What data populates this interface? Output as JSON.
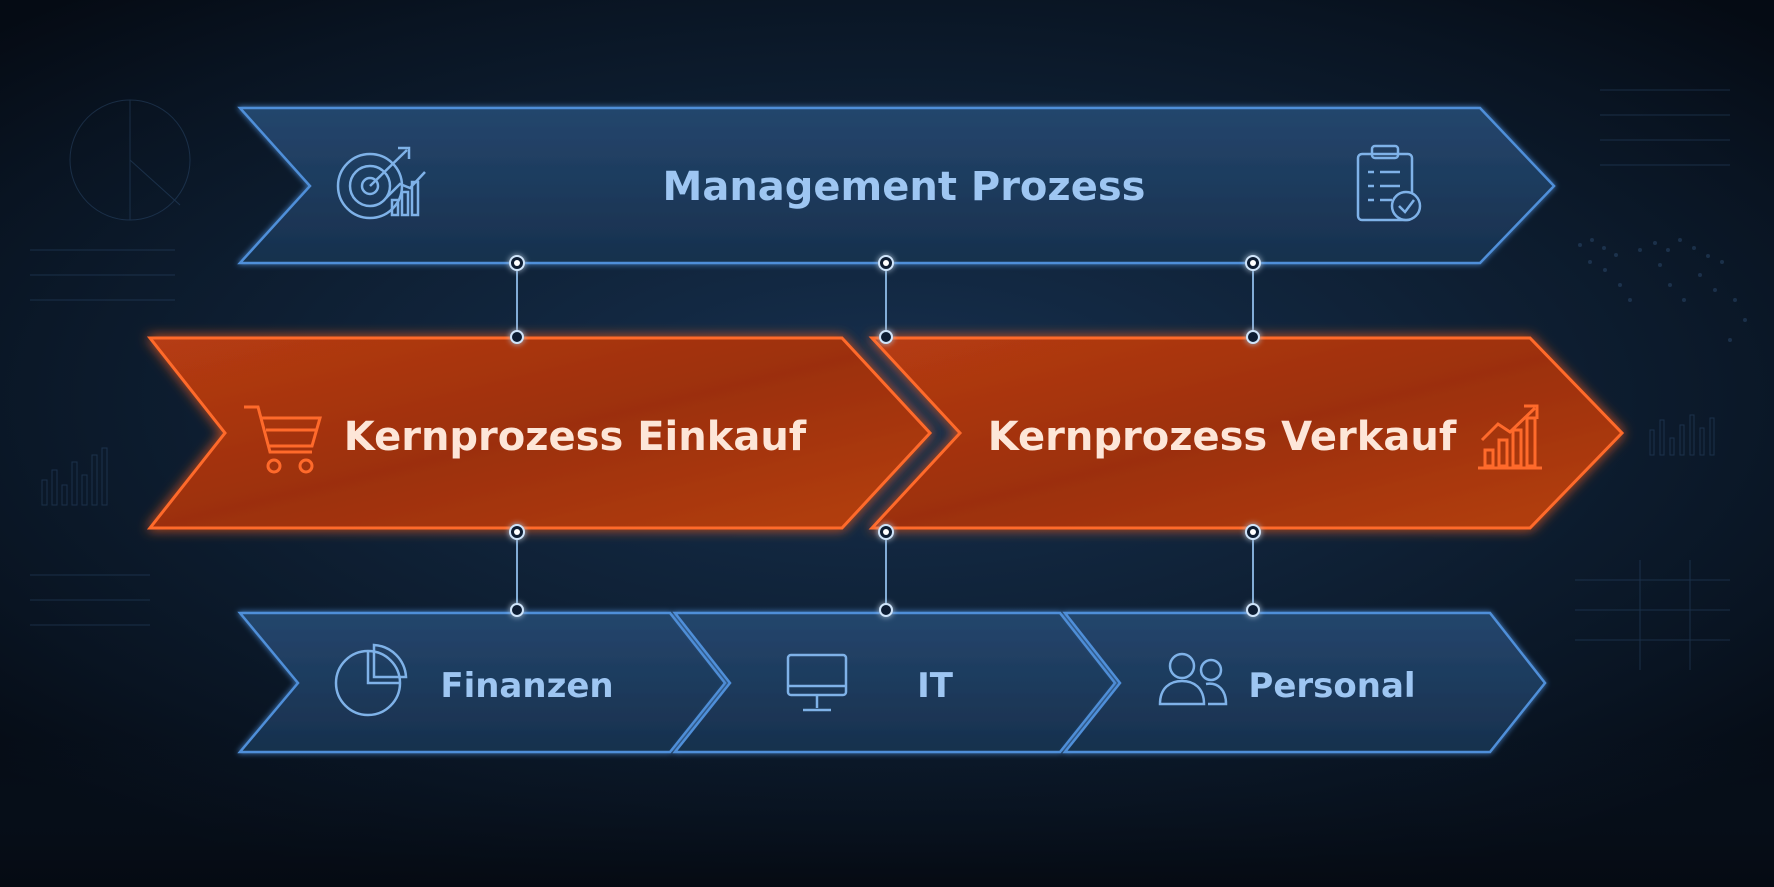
{
  "diagram": {
    "management": {
      "label": "Management Prozess",
      "icon_left": "target-growth-icon",
      "icon_right": "clipboard-check-icon"
    },
    "core": [
      {
        "label": "Kernprozess Einkauf",
        "icon": "shopping-cart-icon"
      },
      {
        "label": "Kernprozess Verkauf",
        "icon": "growth-chart-icon"
      }
    ],
    "support": [
      {
        "label": "Finanzen",
        "icon": "pie-chart-icon"
      },
      {
        "label": "IT",
        "icon": "monitor-icon"
      },
      {
        "label": "Personal",
        "icon": "users-icon"
      }
    ]
  },
  "colors": {
    "background": "#0a1320",
    "blue_fill": "#1d3a5c",
    "blue_stroke": "#4f8fd9",
    "blue_text": "#9ec6f2",
    "orange_fill": "#a8320f",
    "orange_stroke": "#ff6a2b",
    "orange_text": "#fde6d8",
    "connector": "#a9cdf2"
  }
}
